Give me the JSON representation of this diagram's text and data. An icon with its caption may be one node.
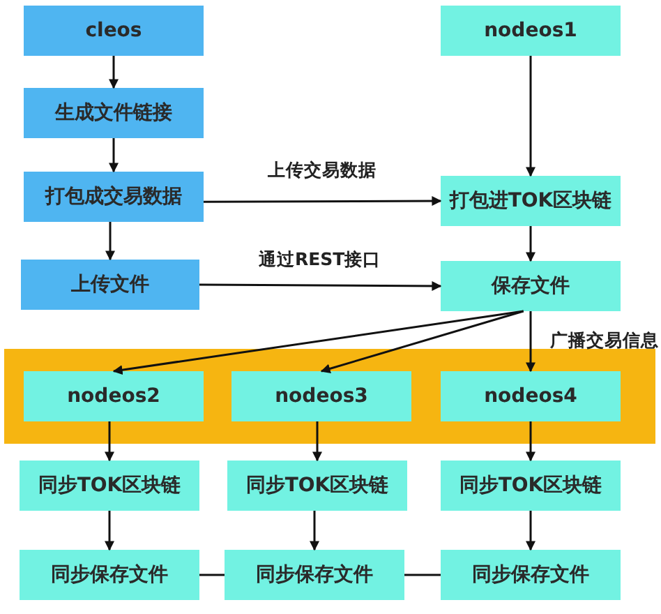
{
  "diagram": {
    "nodes": [
      {
        "text": [
          "cleos"
        ]
      },
      {
        "text": [
          "nodeos1"
        ]
      },
      {
        "text": [
          "生成文件链接"
        ]
      },
      {
        "text": [
          "打包成交易数据"
        ]
      },
      {
        "text": [
          "打包进TOK区块链"
        ]
      },
      {
        "text": [
          "上传文件"
        ]
      },
      {
        "text": [
          "保存文件"
        ]
      },
      {
        "text": [],
        "shape": "box"
      },
      {
        "text": [
          "nodeos2"
        ],
        "in": 7
      },
      {
        "text": [
          "nodeos3"
        ],
        "in": 7
      },
      {
        "text": [
          "nodeos4"
        ],
        "in": 7
      },
      {
        "text": [
          "同步TOK区块链"
        ]
      },
      {
        "text": [
          "同步TOK区块链"
        ]
      },
      {
        "text": [
          "同步TOK区块链"
        ]
      },
      {
        "text": [
          "同步保存文件"
        ]
      },
      {
        "text": [
          "同步保存文件"
        ]
      },
      {
        "text": [
          "同步保存文件"
        ]
      }
    ],
    "edges": [
      {
        "from": 0,
        "to": 2,
        "arrow": "to"
      },
      {
        "from": 2,
        "to": 3,
        "arrow": "to"
      },
      {
        "from": 3,
        "to": 5,
        "arrow": "to"
      },
      {
        "from": 3,
        "to": 4,
        "arrow": "to",
        "label": "上传交易数据"
      },
      {
        "from": 5,
        "to": 6,
        "arrow": "to",
        "label": "通过REST接口"
      },
      {
        "from": 1,
        "to": 4,
        "arrow": "to"
      },
      {
        "from": 4,
        "to": 6,
        "arrow": "to"
      },
      {
        "from": 6,
        "to": 8,
        "arrow": "to"
      },
      {
        "from": 6,
        "to": 9,
        "arrow": "to"
      },
      {
        "from": 6,
        "to": 10,
        "arrow": "to",
        "label": "广播交易信息"
      },
      {
        "from": 8,
        "to": 11,
        "arrow": "to"
      },
      {
        "from": 9,
        "to": 12,
        "arrow": "to"
      },
      {
        "from": 10,
        "to": 13,
        "arrow": "to"
      },
      {
        "from": 11,
        "to": 14,
        "arrow": "to"
      },
      {
        "from": 12,
        "to": 15,
        "arrow": "to"
      },
      {
        "from": 13,
        "to": 16,
        "arrow": "to"
      },
      {
        "from": 14,
        "to": 15,
        "arrow": "none"
      },
      {
        "from": 15,
        "to": 16,
        "arrow": "none"
      }
    ]
  }
}
